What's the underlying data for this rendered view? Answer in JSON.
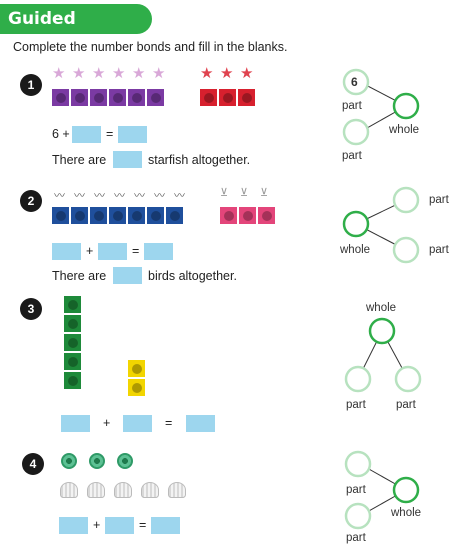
{
  "banner": "Guided Practice",
  "instruction": "Complete the number bonds and fill in the blanks.",
  "colors": {
    "green": "#2fae49",
    "blank": "#9dd6ee",
    "purple": "#7b3aa3",
    "red": "#d7202e",
    "blue": "#1f4f9c",
    "pink": "#e3457a",
    "dkgreen": "#1e8a3a",
    "yellow": "#f2d500"
  },
  "q1": {
    "num": "1",
    "eq_prefix": "6 +",
    "eq_equals": "=",
    "sent_before": "There are",
    "sent_after": "starfish altogether.",
    "bond_part_value": "6",
    "part1": "part",
    "part2": "part",
    "whole": "whole"
  },
  "q2": {
    "num": "2",
    "plus": "+",
    "equals": "=",
    "sent_before": "There are",
    "sent_after": "birds altogether.",
    "part1": "part",
    "part2": "part",
    "whole": "whole"
  },
  "q3": {
    "num": "3",
    "plus": "+",
    "equals": "=",
    "whole": "whole",
    "part1": "part",
    "part2": "part"
  },
  "q4": {
    "num": "4",
    "plus": "+",
    "equals": "=",
    "part1": "part",
    "part2": "part",
    "whole": "whole"
  }
}
